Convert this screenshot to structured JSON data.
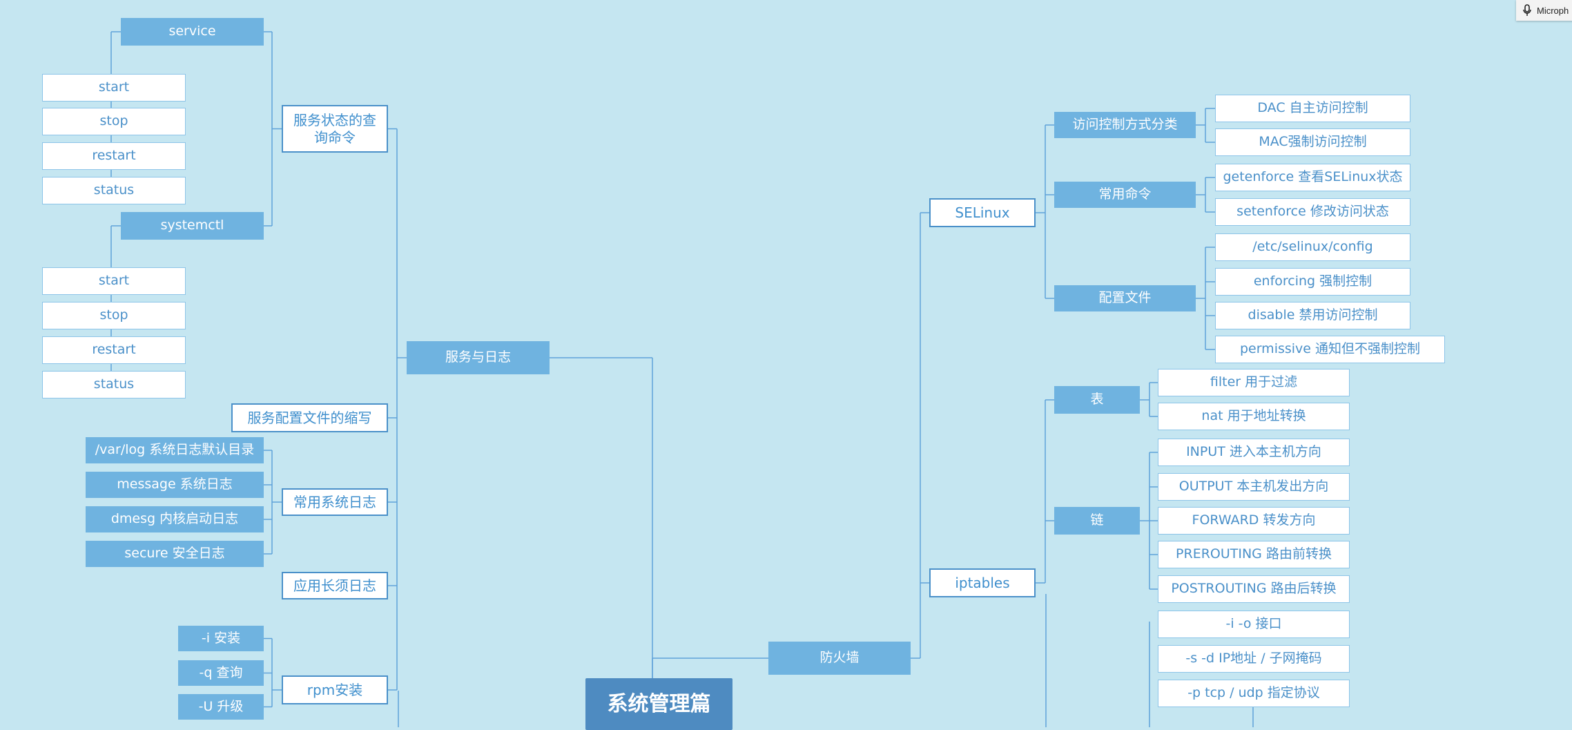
{
  "mic_badge": {
    "label": "Microph",
    "icon": "microphone-icon"
  },
  "center": "系统管理篇",
  "colors": {
    "background": "#c5e6f1",
    "filled": "#6fb3e0",
    "outline_border": "#4a90c9",
    "text": "#4a90c9",
    "line": "#5ea2d9",
    "center": "#4e8bc1"
  },
  "nodes": [
    {
      "id": "service",
      "label": "service",
      "style": "filled"
    },
    {
      "id": "svc_start",
      "label": "start",
      "style": "leaf"
    },
    {
      "id": "svc_stop",
      "label": "stop",
      "style": "leaf"
    },
    {
      "id": "svc_restart",
      "label": "restart",
      "style": "leaf"
    },
    {
      "id": "svc_status",
      "label": "status",
      "style": "leaf"
    },
    {
      "id": "systemctl",
      "label": "systemctl",
      "style": "filled"
    },
    {
      "id": "sys_start",
      "label": "start",
      "style": "leaf"
    },
    {
      "id": "sys_stop",
      "label": "stop",
      "style": "leaf"
    },
    {
      "id": "sys_restart",
      "label": "restart",
      "style": "leaf"
    },
    {
      "id": "sys_status",
      "label": "status",
      "style": "leaf"
    },
    {
      "id": "svc_query",
      "label": "服务状态的查询命令",
      "style": "outline"
    },
    {
      "id": "svc_log",
      "label": "服务与日志",
      "style": "filled"
    },
    {
      "id": "svc_conf",
      "label": "服务配置文件的缩写",
      "style": "outline"
    },
    {
      "id": "log_varlog",
      "label": "/var/log  系统日志默认目录",
      "style": "filled"
    },
    {
      "id": "log_message",
      "label": "message 系统日志",
      "style": "filled"
    },
    {
      "id": "log_dmesg",
      "label": "dmesg 内核启动日志",
      "style": "filled"
    },
    {
      "id": "log_secure",
      "label": "secure 安全日志",
      "style": "filled"
    },
    {
      "id": "common_logs",
      "label": "常用系统日志",
      "style": "outline"
    },
    {
      "id": "app_logs",
      "label": "应用长须日志",
      "style": "outline"
    },
    {
      "id": "rpm_i",
      "label": "-i  安装",
      "style": "filled"
    },
    {
      "id": "rpm_q",
      "label": "-q  查询",
      "style": "filled"
    },
    {
      "id": "rpm_u",
      "label": "-U 升级",
      "style": "filled"
    },
    {
      "id": "rpm",
      "label": "rpm安装",
      "style": "outline"
    },
    {
      "id": "firewall",
      "label": "防火墙",
      "style": "filled"
    },
    {
      "id": "selinux",
      "label": "SELinux",
      "style": "outline"
    },
    {
      "id": "iptables",
      "label": "iptables",
      "style": "outline"
    },
    {
      "id": "access_ctrl",
      "label": "访问控制方式分类",
      "style": "filled"
    },
    {
      "id": "common_cmd",
      "label": "常用命令",
      "style": "filled"
    },
    {
      "id": "config_file",
      "label": "配置文件",
      "style": "filled"
    },
    {
      "id": "dac",
      "label": "DAC 自主访问控制",
      "style": "leaf"
    },
    {
      "id": "mac",
      "label": "MAC强制访问控制",
      "style": "leaf"
    },
    {
      "id": "getenforce",
      "label": "getenforce  查看SELinux状态",
      "style": "leaf"
    },
    {
      "id": "setenforce",
      "label": "setenforce  修改访问状态",
      "style": "leaf"
    },
    {
      "id": "selinux_config",
      "label": "/etc/selinux/config",
      "style": "leaf"
    },
    {
      "id": "enforcing",
      "label": "enforcing 强制控制",
      "style": "leaf"
    },
    {
      "id": "disable",
      "label": "disable  禁用访问控制",
      "style": "leaf"
    },
    {
      "id": "permissive",
      "label": "permissive  通知但不强制控制",
      "style": "leaf"
    },
    {
      "id": "table",
      "label": "表",
      "style": "filled"
    },
    {
      "id": "chain",
      "label": "链",
      "style": "filled"
    },
    {
      "id": "filter",
      "label": "filter 用于过滤",
      "style": "leaf"
    },
    {
      "id": "nat",
      "label": "nat  用于地址转换",
      "style": "leaf"
    },
    {
      "id": "input",
      "label": "INPUT 进入本主机方向",
      "style": "leaf"
    },
    {
      "id": "output",
      "label": "OUTPUT 本主机发出方向",
      "style": "leaf"
    },
    {
      "id": "forward",
      "label": "FORWARD  转发方向",
      "style": "leaf"
    },
    {
      "id": "prerouting",
      "label": "PREROUTING  路由前转换",
      "style": "leaf"
    },
    {
      "id": "postrouting",
      "label": "POSTROUTING  路由后转换",
      "style": "leaf"
    },
    {
      "id": "opt_io",
      "label": "-i -o 接口",
      "style": "leaf"
    },
    {
      "id": "opt_sd",
      "label": "-s -d IP地址 / 子网掩码",
      "style": "leaf"
    },
    {
      "id": "opt_p",
      "label": "-p  tcp / udp  指定协议",
      "style": "leaf"
    }
  ],
  "edges": [
    [
      "center",
      "svc_log"
    ],
    [
      "center",
      "firewall"
    ],
    [
      "svc_log",
      "svc_query"
    ],
    [
      "svc_log",
      "svc_conf"
    ],
    [
      "svc_log",
      "common_logs"
    ],
    [
      "svc_log",
      "app_logs"
    ],
    [
      "svc_log",
      "rpm"
    ],
    [
      "svc_query",
      "service"
    ],
    [
      "svc_query",
      "systemctl"
    ],
    [
      "service",
      "svc_start"
    ],
    [
      "service",
      "svc_stop"
    ],
    [
      "service",
      "svc_restart"
    ],
    [
      "service",
      "svc_status"
    ],
    [
      "systemctl",
      "sys_start"
    ],
    [
      "systemctl",
      "sys_stop"
    ],
    [
      "systemctl",
      "sys_restart"
    ],
    [
      "systemctl",
      "sys_status"
    ],
    [
      "common_logs",
      "log_varlog"
    ],
    [
      "common_logs",
      "log_message"
    ],
    [
      "common_logs",
      "log_dmesg"
    ],
    [
      "common_logs",
      "log_secure"
    ],
    [
      "rpm",
      "rpm_i"
    ],
    [
      "rpm",
      "rpm_q"
    ],
    [
      "rpm",
      "rpm_u"
    ],
    [
      "firewall",
      "selinux"
    ],
    [
      "firewall",
      "iptables"
    ],
    [
      "selinux",
      "access_ctrl"
    ],
    [
      "selinux",
      "common_cmd"
    ],
    [
      "selinux",
      "config_file"
    ],
    [
      "access_ctrl",
      "dac"
    ],
    [
      "access_ctrl",
      "mac"
    ],
    [
      "common_cmd",
      "getenforce"
    ],
    [
      "common_cmd",
      "setenforce"
    ],
    [
      "config_file",
      "selinux_config"
    ],
    [
      "config_file",
      "enforcing"
    ],
    [
      "config_file",
      "disable"
    ],
    [
      "config_file",
      "permissive"
    ],
    [
      "iptables",
      "table"
    ],
    [
      "iptables",
      "chain"
    ],
    [
      "table",
      "filter"
    ],
    [
      "table",
      "nat"
    ],
    [
      "chain",
      "input"
    ],
    [
      "chain",
      "output"
    ],
    [
      "chain",
      "forward"
    ],
    [
      "chain",
      "prerouting"
    ],
    [
      "chain",
      "postrouting"
    ]
  ]
}
